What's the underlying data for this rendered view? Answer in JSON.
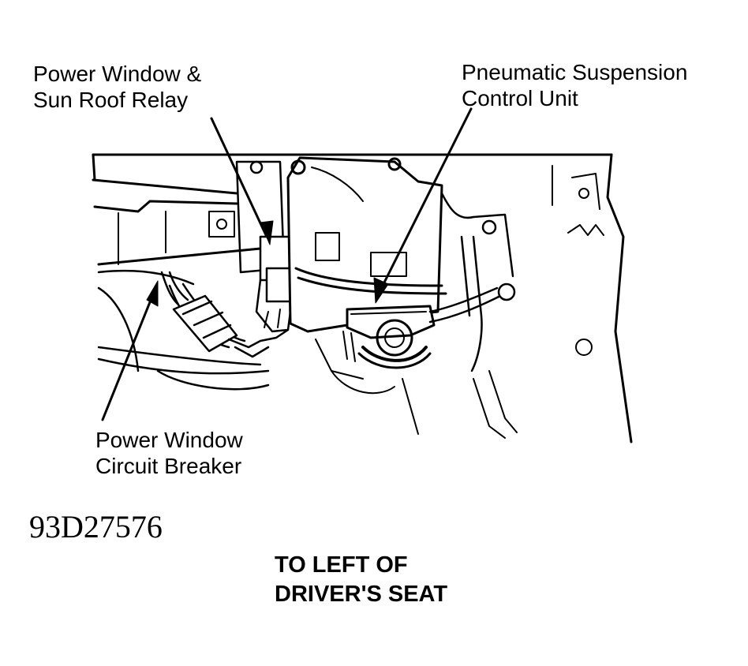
{
  "callouts": {
    "relay": {
      "line1": "Power Window &",
      "line2": "Sun Roof Relay"
    },
    "suspension": {
      "line1": "Pneumatic Suspension",
      "line2": "Control Unit"
    },
    "breaker": {
      "line1": "Power Window",
      "line2": "Circuit Breaker"
    }
  },
  "figure_id": "93D27576",
  "caption": {
    "line1": "TO LEFT OF",
    "line2": "DRIVER'S SEAT"
  }
}
